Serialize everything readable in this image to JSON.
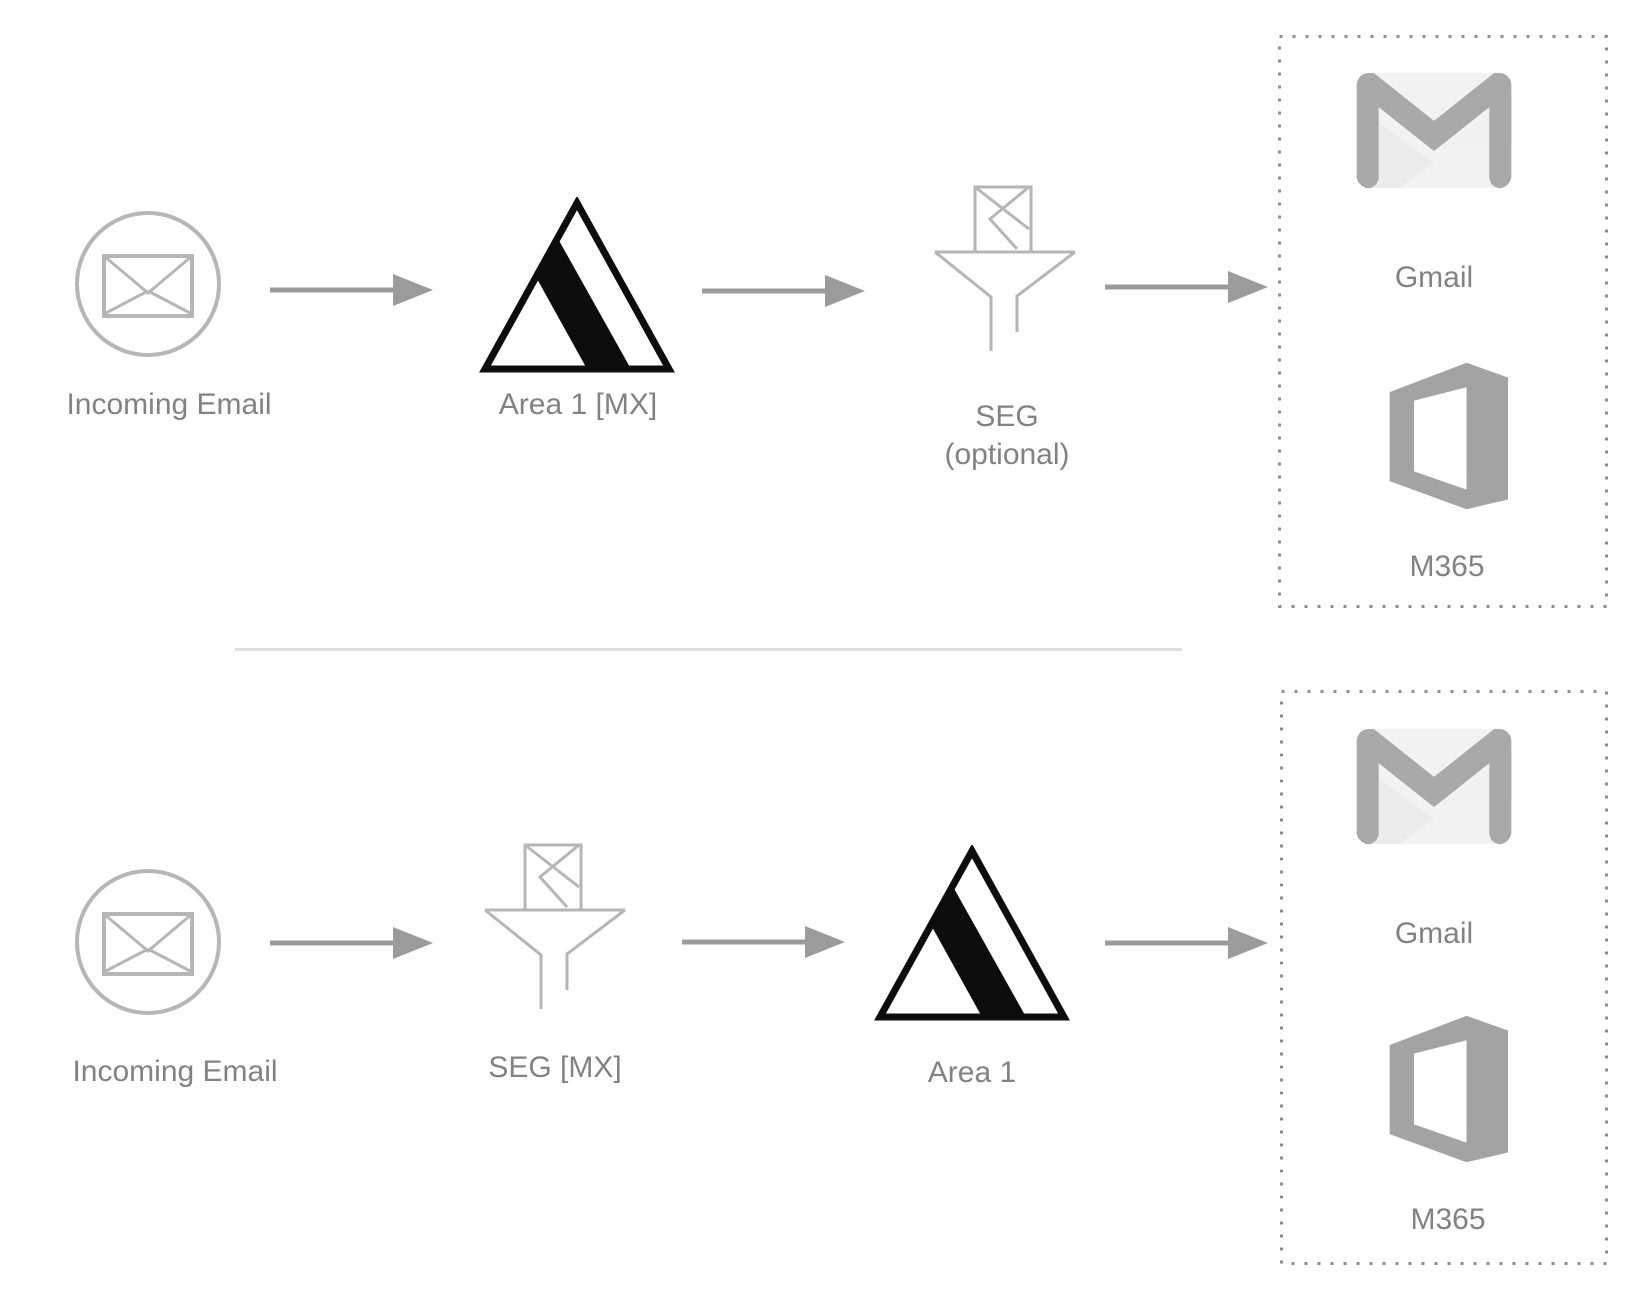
{
  "colors": {
    "canvas_bg": "#ffffff",
    "light_stroke": "#b6b6b6",
    "label_text": "#828282",
    "arrow": "#9b9b9b",
    "dots": "#8c8c8c",
    "gmail_gray": "#a9a9a9",
    "gmail_body": "#f2f2f2",
    "office_gray": "#a3a3a3",
    "logo_black": "#0d0d0d",
    "divider": "#dedede"
  },
  "flow_top": {
    "incoming_email_label": "Incoming Email",
    "gateway_label": "Area 1 [MX]",
    "seg_label_line1": "SEG",
    "seg_label_line2": "(optional)",
    "destinations": {
      "gmail_label": "Gmail",
      "m365_label": "M365"
    }
  },
  "flow_bottom": {
    "incoming_email_label": "Incoming Email",
    "seg_label": "SEG [MX]",
    "gateway_label": "Area 1",
    "destinations": {
      "gmail_label": "Gmail",
      "m365_label": "M365"
    }
  }
}
